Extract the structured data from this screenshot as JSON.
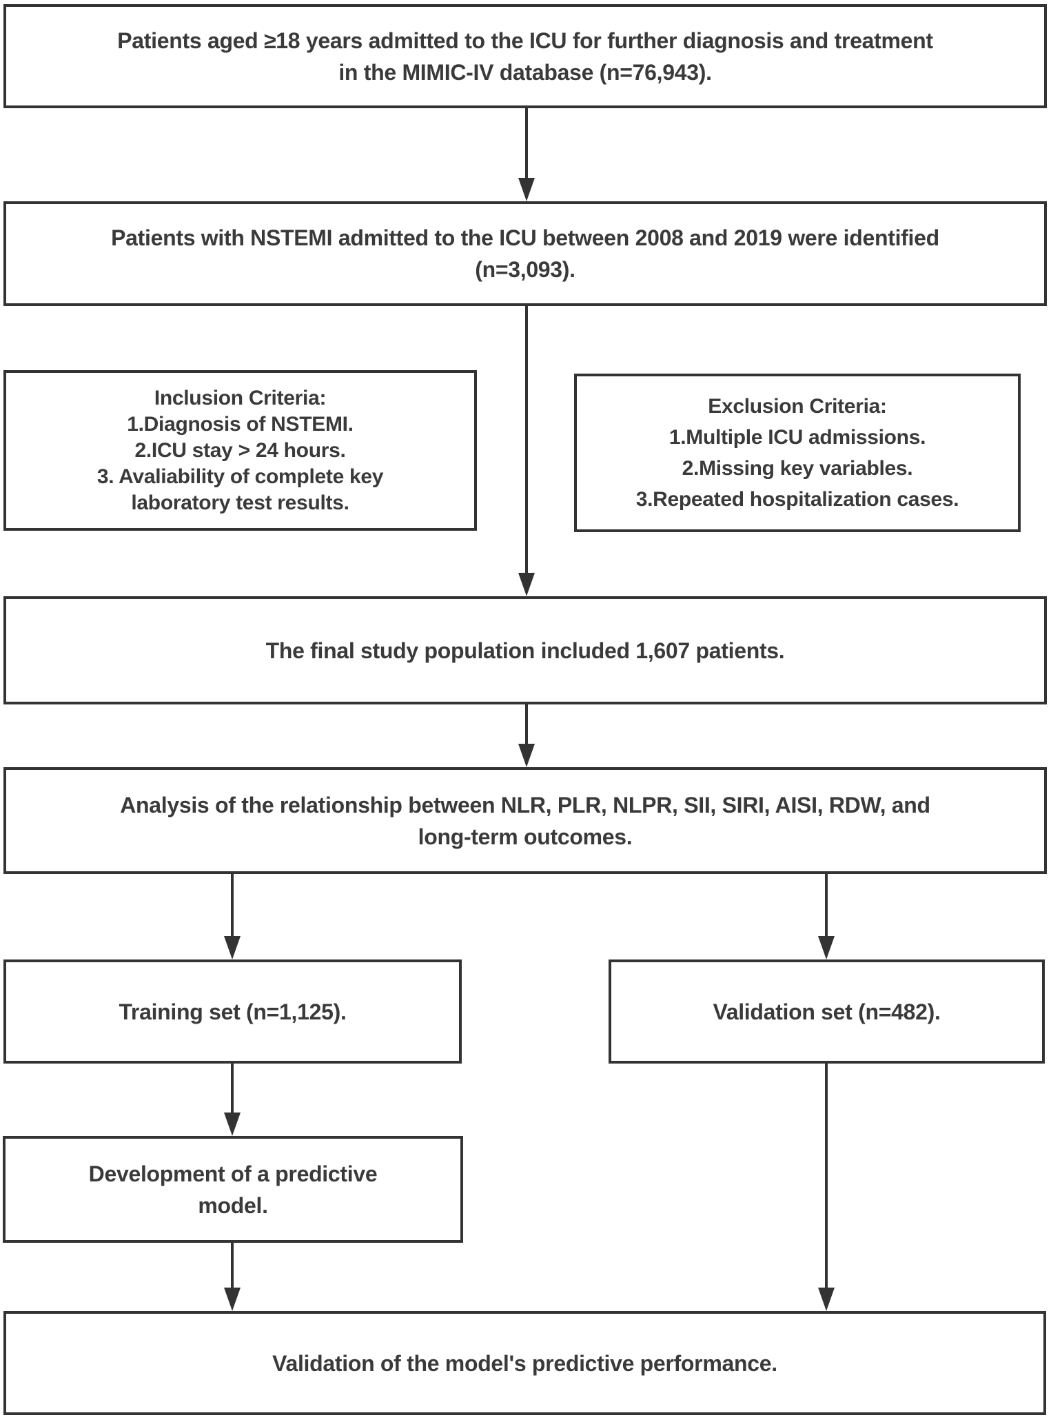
{
  "diagram": {
    "type": "study-flowchart",
    "colors": {
      "line": "#333333",
      "text": "#3a3a3a",
      "background": "#ffffff"
    },
    "boxes": {
      "icu_admission": {
        "lines": [
          "Patients aged ≥18 years admitted to the ICU for further diagnosis and treatment",
          "in the MIMIC-IV database (n=76,943)."
        ]
      },
      "nstemi_identified": {
        "lines": [
          "Patients with NSTEMI admitted to the ICU between 2008 and 2019 were identified",
          "(n=3,093)."
        ]
      },
      "inclusion_criteria": {
        "lines": [
          "Inclusion Criteria:",
          "1.Diagnosis of NSTEMI.",
          "2.ICU stay > 24 hours.",
          "3. Avaliability of complete key",
          "laboratory test results."
        ]
      },
      "exclusion_criteria": {
        "lines": [
          "Exclusion Criteria:",
          "1.Multiple ICU admissions.",
          "2.Missing key variables.",
          "3.Repeated hospitalization cases."
        ]
      },
      "final_population": {
        "lines": [
          "The final study population included 1,607 patients."
        ]
      },
      "analysis": {
        "lines": [
          "Analysis of the relationship between NLR, PLR, NLPR, SII, SIRI, AISI, RDW, and",
          "long-term outcomes."
        ]
      },
      "training_set": {
        "lines": [
          "Training set (n=1,125)."
        ]
      },
      "validation_set": {
        "lines": [
          "Validation set (n=482)."
        ]
      },
      "model_development": {
        "lines": [
          "Development of a predictive",
          "model."
        ]
      },
      "model_validation": {
        "lines": [
          "Validation of the model's predictive performance."
        ]
      }
    }
  }
}
